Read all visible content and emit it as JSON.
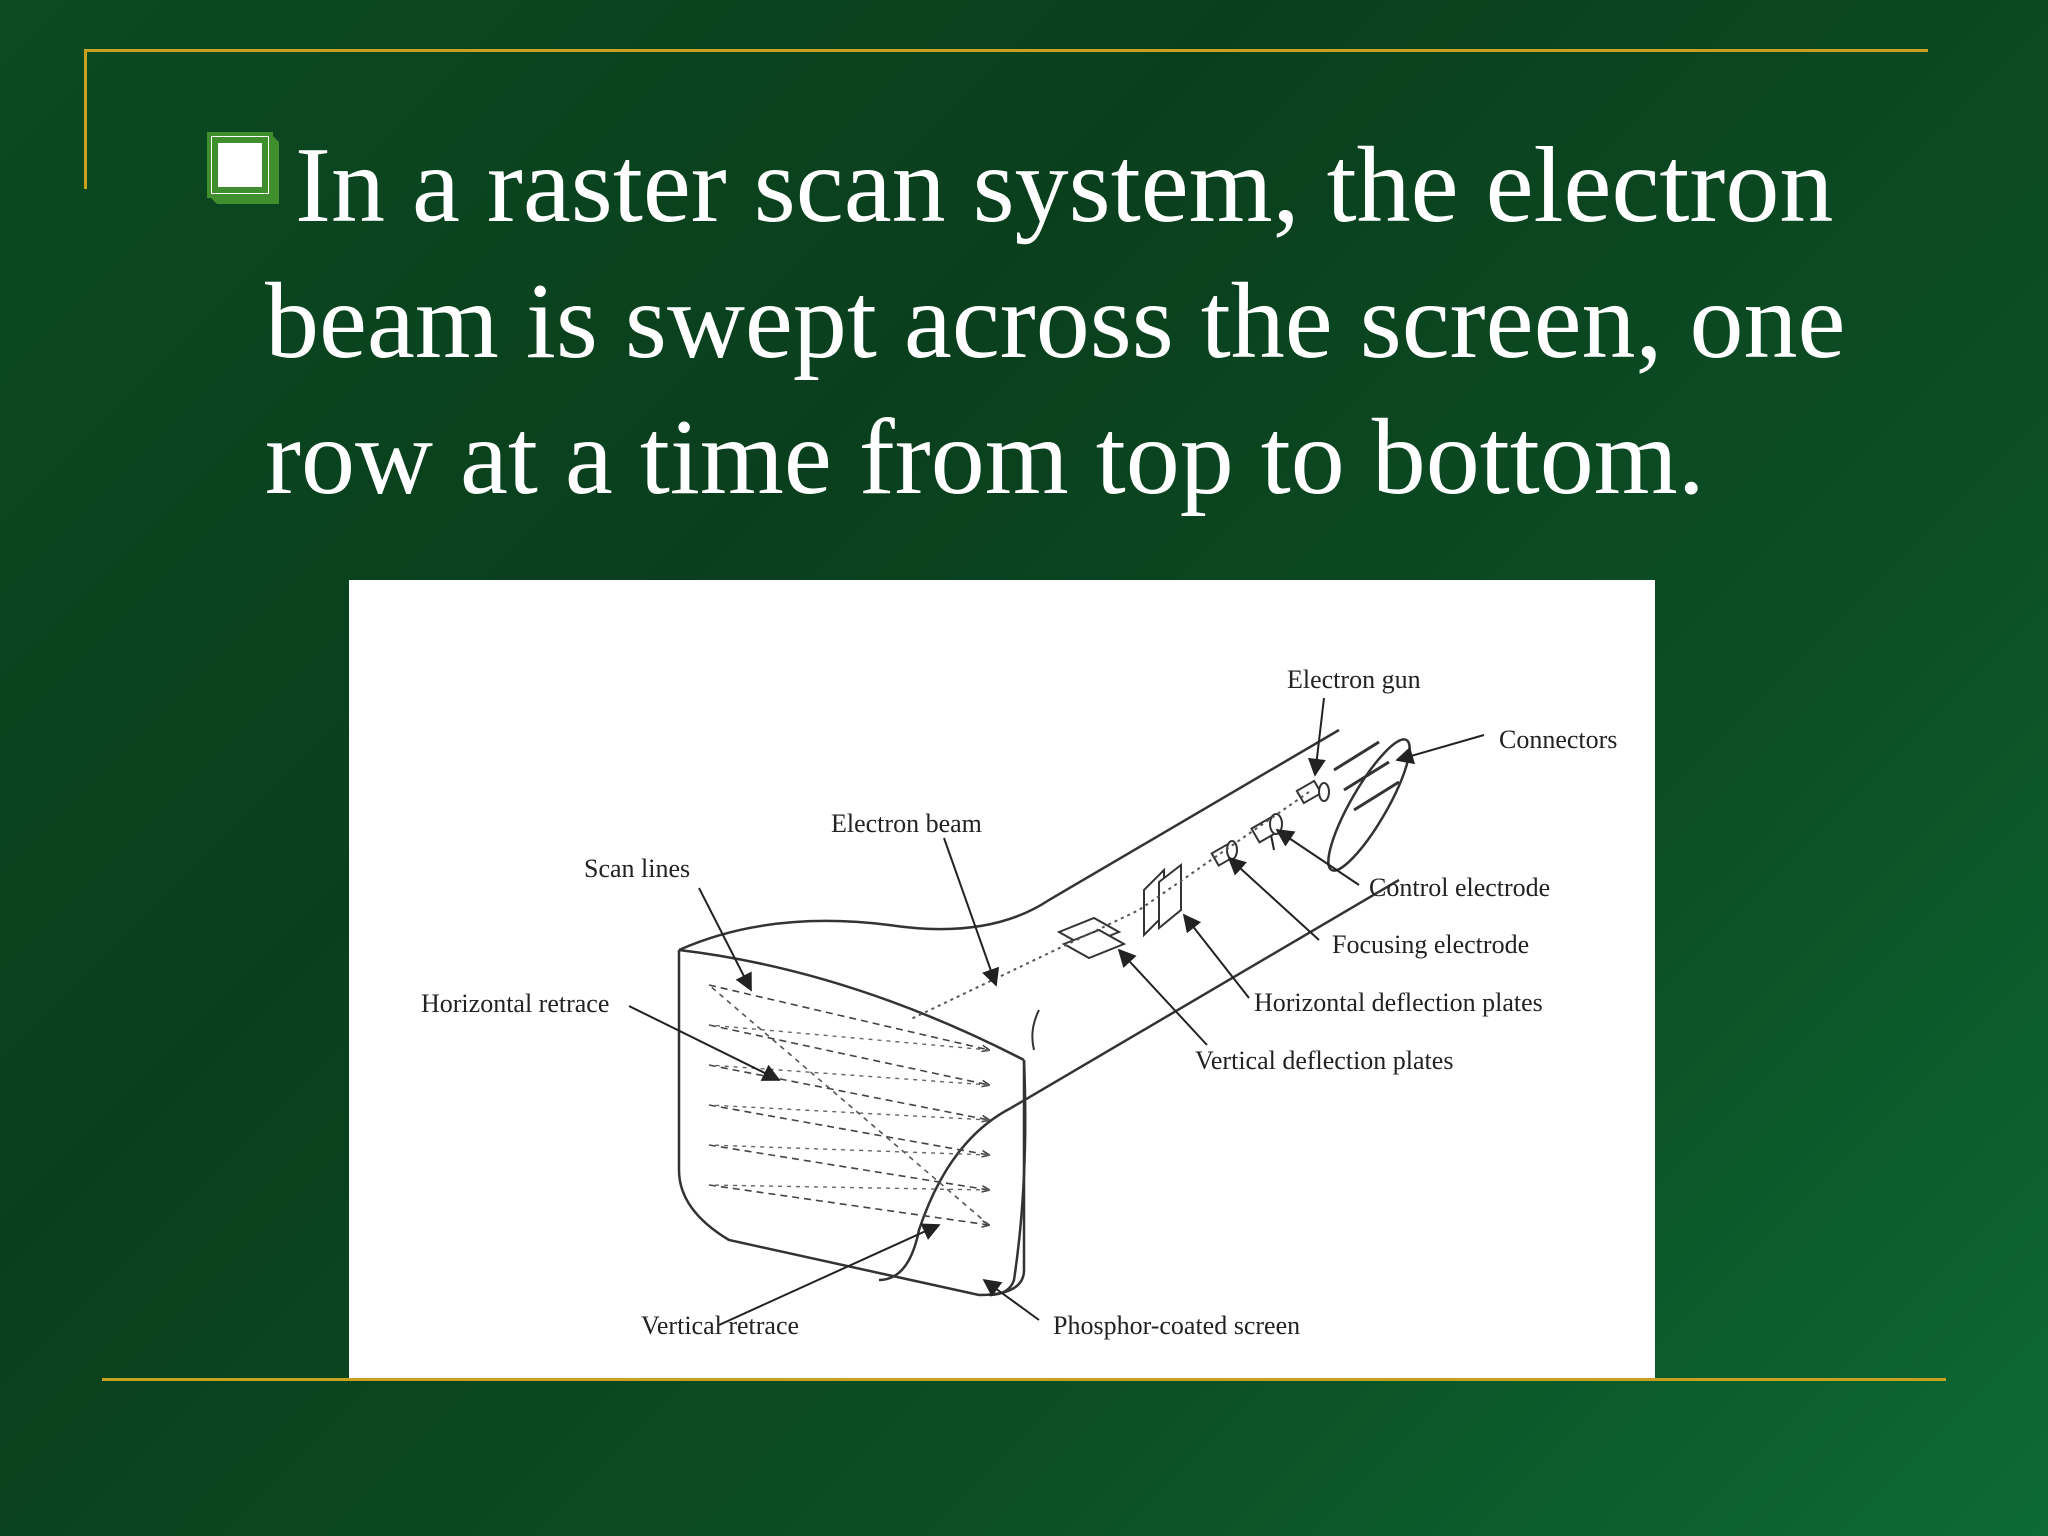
{
  "slide": {
    "headline_lines": [
      "In a raster scan system, the electron",
      "beam is swept across the screen, one",
      "row at a time from top to bottom."
    ],
    "colors": {
      "background": "#0b4a22",
      "rule": "#c8a21f",
      "bullet": "#3f8f2e",
      "text": "#ffffff"
    }
  },
  "diagram": {
    "labels": {
      "electron_gun": "Electron gun",
      "connectors": "Connectors",
      "electron_beam": "Electron beam",
      "scan_lines": "Scan lines",
      "control_electrode": "Control electrode",
      "focusing_electrode": "Focusing electrode",
      "horizontal_retrace": "Horizontal retrace",
      "horizontal_deflection_plates": "Horizontal deflection plates",
      "vertical_deflection_plates": "Vertical deflection plates",
      "vertical_retrace": "Vertical retrace",
      "phosphor_screen": "Phosphor-coated screen"
    }
  }
}
